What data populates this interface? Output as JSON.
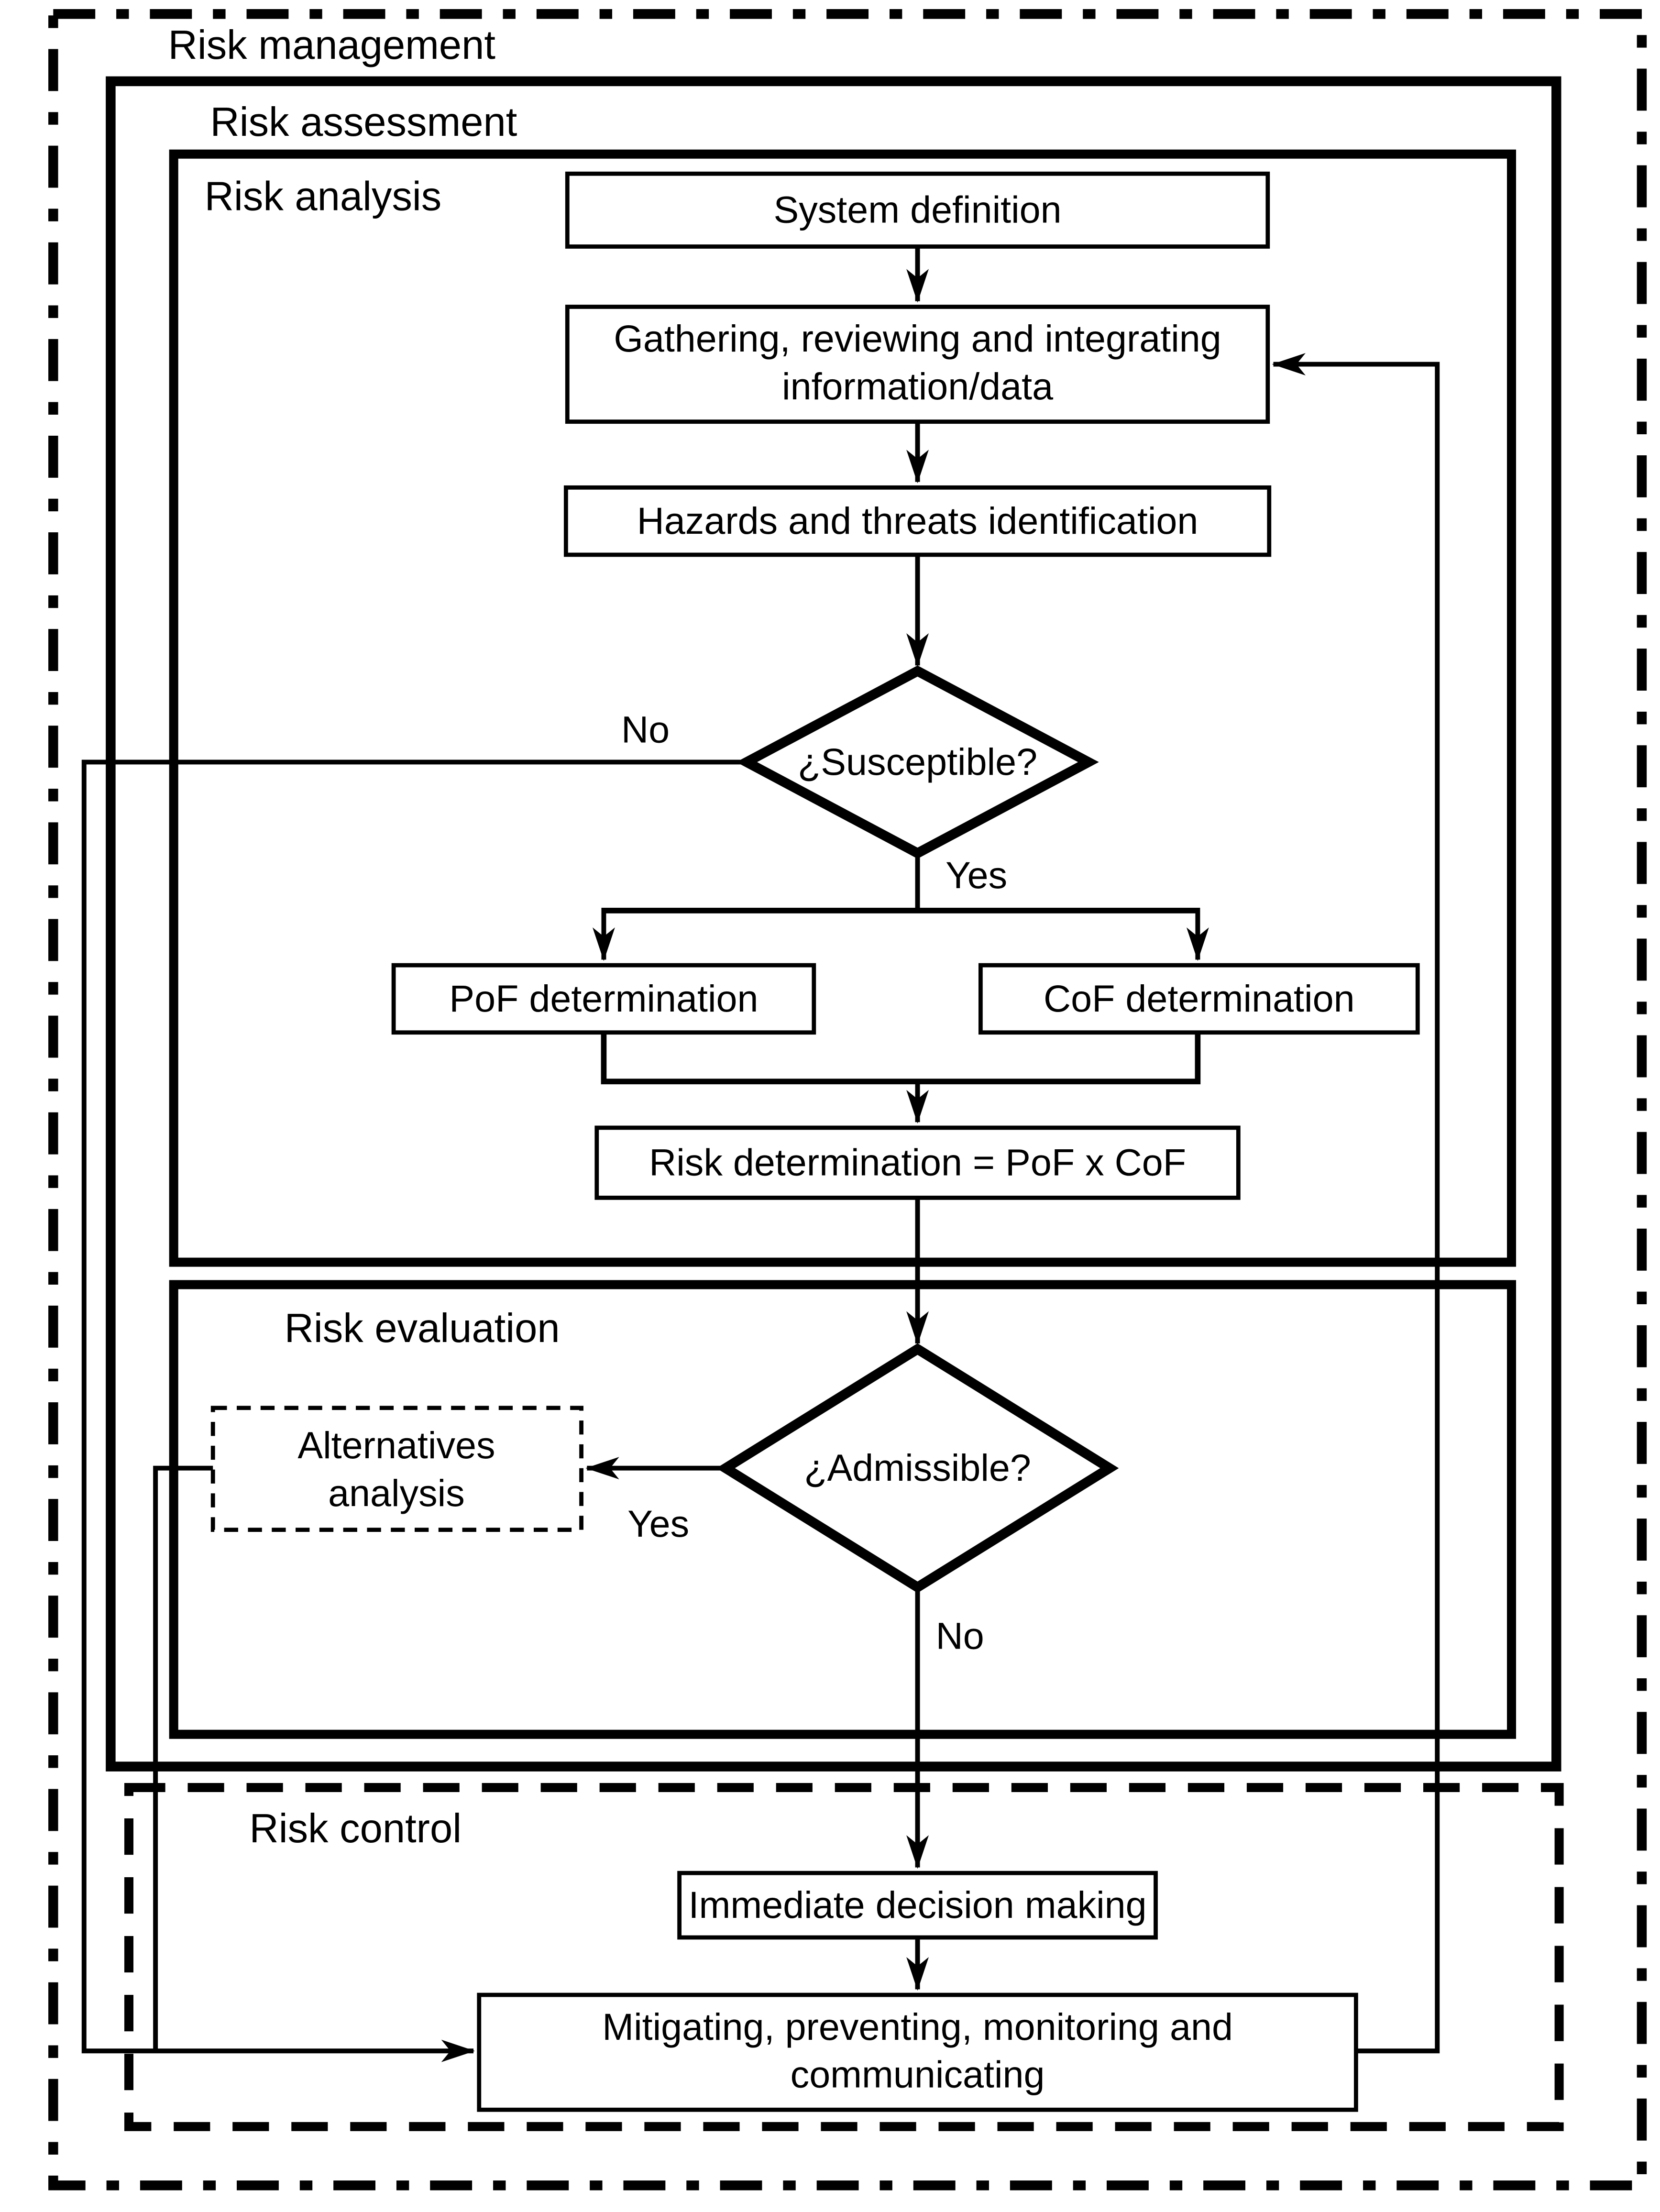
{
  "diagram": {
    "type": "flowchart",
    "colors": {
      "line": "#000000",
      "background": "#ffffff"
    },
    "containers": {
      "risk_management": "Risk management",
      "risk_assessment": "Risk assessment",
      "risk_analysis": "Risk analysis",
      "risk_evaluation": "Risk evaluation",
      "risk_control": "Risk control"
    },
    "nodes": {
      "system_definition": "System definition",
      "gathering_line1": "Gathering, reviewing and integrating",
      "gathering_line2": "information/data",
      "hazards": "Hazards and threats identification",
      "susceptible": "¿Susceptible?",
      "pof": "PoF determination",
      "cof": "CoF determination",
      "risk_determination": "Risk determination = PoF x CoF",
      "admissible": "¿Admissible?",
      "alternatives_line1": "Alternatives",
      "alternatives_line2": "analysis",
      "immediate": "Immediate decision making",
      "mitigating_line1": "Mitigating, preventing, monitoring and",
      "mitigating_line2": "communicating"
    },
    "edge_labels": {
      "susceptible_no": "No",
      "susceptible_yes": "Yes",
      "admissible_yes": "Yes",
      "admissible_no": "No"
    }
  }
}
